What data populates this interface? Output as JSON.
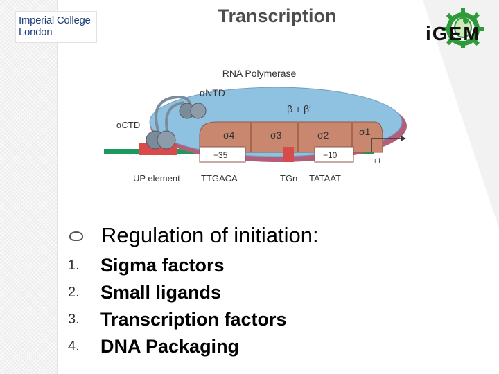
{
  "header": {
    "logo_line1": "Imperial College",
    "logo_line2": "London",
    "title": "Transcription",
    "igem_logo": "iGEM"
  },
  "diagram": {
    "caption": "RNA Polymerase",
    "labels": {
      "alpha_ntd": "αNTD",
      "alpha_ctd": "αCTD",
      "beta": "β + β′",
      "sigma4": "σ4",
      "sigma3": "σ3",
      "sigma2": "σ2",
      "sigma1": "σ1",
      "minus35": "−35",
      "minus10": "−10",
      "plus1": "+1",
      "up_element": "UP element",
      "ttgaca": "TTGACA",
      "tgn": "TGn",
      "tataat": "TATAAT"
    },
    "colors": {
      "polymerase": "#8fc1e0",
      "sigma": "#c9876f",
      "dna": "#1a9a5f",
      "up": "#d94a4a",
      "subunit": "#7c8b99"
    }
  },
  "content": {
    "heading": "Regulation of initiation:",
    "items": [
      {
        "number": "1.",
        "text": "Sigma factors"
      },
      {
        "number": "2.",
        "text": "Small ligands"
      },
      {
        "number": "3.",
        "text": "Transcription factors"
      },
      {
        "number": "4.",
        "text": "DNA Packaging"
      }
    ]
  }
}
